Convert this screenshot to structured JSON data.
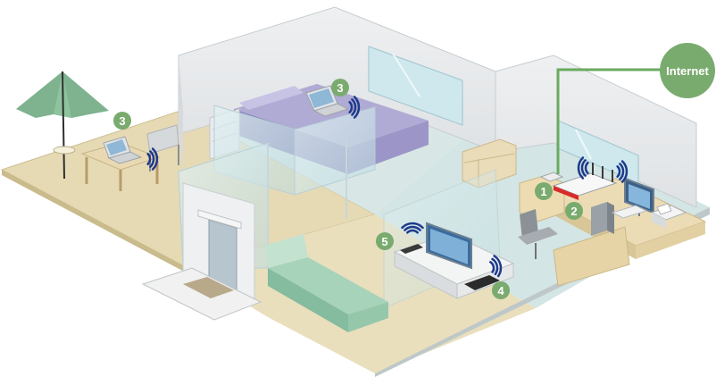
{
  "internet_label": "Internet",
  "badges": [
    {
      "id": "router-badge",
      "number": "1"
    },
    {
      "id": "desktop-badge",
      "number": "2"
    },
    {
      "id": "bedroom-laptop-badge",
      "number": "3"
    },
    {
      "id": "patio-laptop-badge",
      "number": "3"
    },
    {
      "id": "console-badge",
      "number": "4"
    },
    {
      "id": "tv-badge",
      "number": "5"
    }
  ],
  "colors": {
    "badge_green": "#7aab6e",
    "cable_green": "#6aaa5e",
    "wall": "#e4e6e8",
    "glass": "#cfe6ea",
    "floor_tan": "#e7dcb8",
    "floor_blue": "#d4e6e6",
    "bed_purple": "#a8a2cc",
    "signal": "#1e3a8c"
  }
}
